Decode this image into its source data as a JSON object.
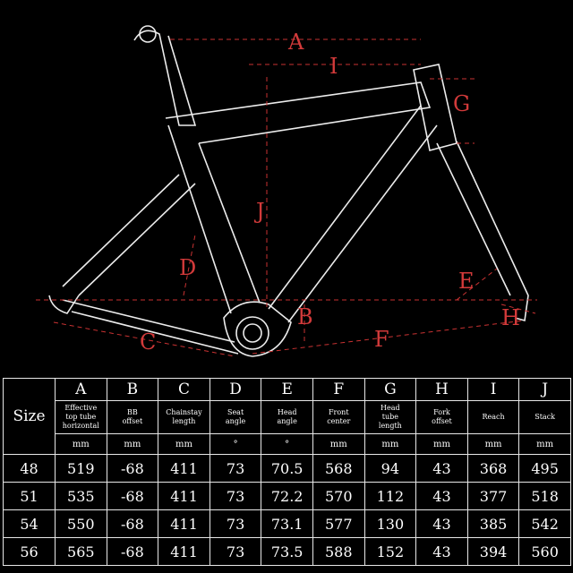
{
  "diagram": {
    "dimension_labels": [
      "A",
      "B",
      "C",
      "D",
      "E",
      "F",
      "G",
      "H",
      "I",
      "J"
    ]
  },
  "table": {
    "size_header": "Size",
    "columns": [
      {
        "letter": "A",
        "desc": [
          "Effective",
          "top tube",
          "horizontal"
        ],
        "unit": "mm"
      },
      {
        "letter": "B",
        "desc": [
          "BB",
          "offset"
        ],
        "unit": "mm"
      },
      {
        "letter": "C",
        "desc": [
          "Chainstay",
          "length"
        ],
        "unit": "mm"
      },
      {
        "letter": "D",
        "desc": [
          "Seat",
          "angle"
        ],
        "unit": "°"
      },
      {
        "letter": "E",
        "desc": [
          "Head",
          "angle"
        ],
        "unit": "°"
      },
      {
        "letter": "F",
        "desc": [
          "Front",
          "center"
        ],
        "unit": "mm"
      },
      {
        "letter": "G",
        "desc": [
          "Head",
          "tube",
          "length"
        ],
        "unit": "mm"
      },
      {
        "letter": "H",
        "desc": [
          "Fork",
          "offset"
        ],
        "unit": "mm"
      },
      {
        "letter": "I",
        "desc": [
          "Reach"
        ],
        "unit": "mm"
      },
      {
        "letter": "J",
        "desc": [
          "Stack"
        ],
        "unit": "mm"
      }
    ],
    "rows": [
      {
        "size": "48",
        "values": [
          "519",
          "-68",
          "411",
          "73",
          "70.5",
          "568",
          "94",
          "43",
          "368",
          "495"
        ]
      },
      {
        "size": "51",
        "values": [
          "535",
          "-68",
          "411",
          "73",
          "72.2",
          "570",
          "112",
          "43",
          "377",
          "518"
        ]
      },
      {
        "size": "54",
        "values": [
          "550",
          "-68",
          "411",
          "73",
          "73.1",
          "577",
          "130",
          "43",
          "385",
          "542"
        ]
      },
      {
        "size": "56",
        "values": [
          "565",
          "-68",
          "411",
          "73",
          "73.5",
          "588",
          "152",
          "43",
          "394",
          "560"
        ]
      }
    ]
  }
}
